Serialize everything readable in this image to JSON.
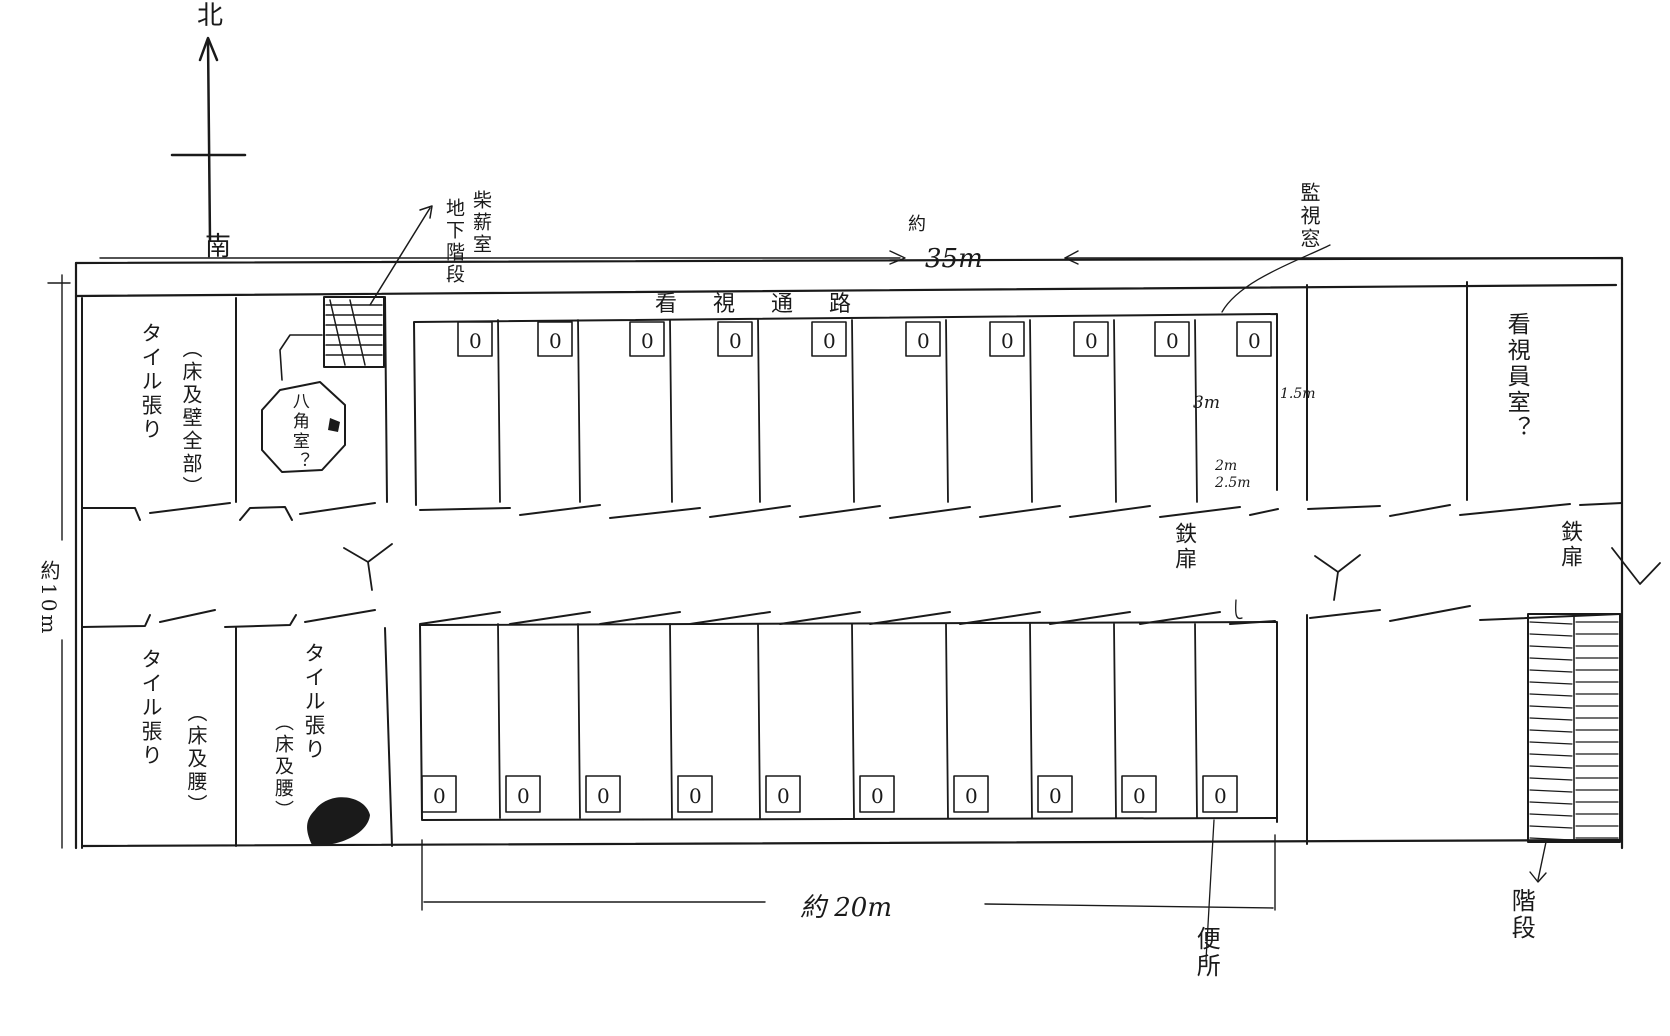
{
  "compass": {
    "north": "北",
    "south": "南"
  },
  "dimensions": {
    "width_prefix": "約",
    "width_value": "35m",
    "depth_label": "約10m",
    "cells_length_label": "約 20m",
    "cell_3m": "3m",
    "cell_1_5m": "1.5m",
    "cell_2m": "2m",
    "cell_2_5m": "2.5m"
  },
  "labels": {
    "kanshi_tsuro": "看視通路",
    "kanshiin": "監視窓",
    "kanshiinshitsu": "看視員室？",
    "iron_door_1": "鉄扉",
    "iron_door_2": "鉄扉",
    "chozai": "柴薪室",
    "chozai_sub": "地下階段",
    "octagon": "八角室？",
    "tile_1": "タイル張り",
    "tile_1_note": "（床及壁全部）",
    "tile_2": "タイル張り",
    "tile_2_note": "（床及腰）",
    "tile_3": "タイル張り",
    "tile_3_note": "（床及腰）",
    "toilet": "便所",
    "stairs": "階段"
  },
  "fixture_symbol": "0"
}
